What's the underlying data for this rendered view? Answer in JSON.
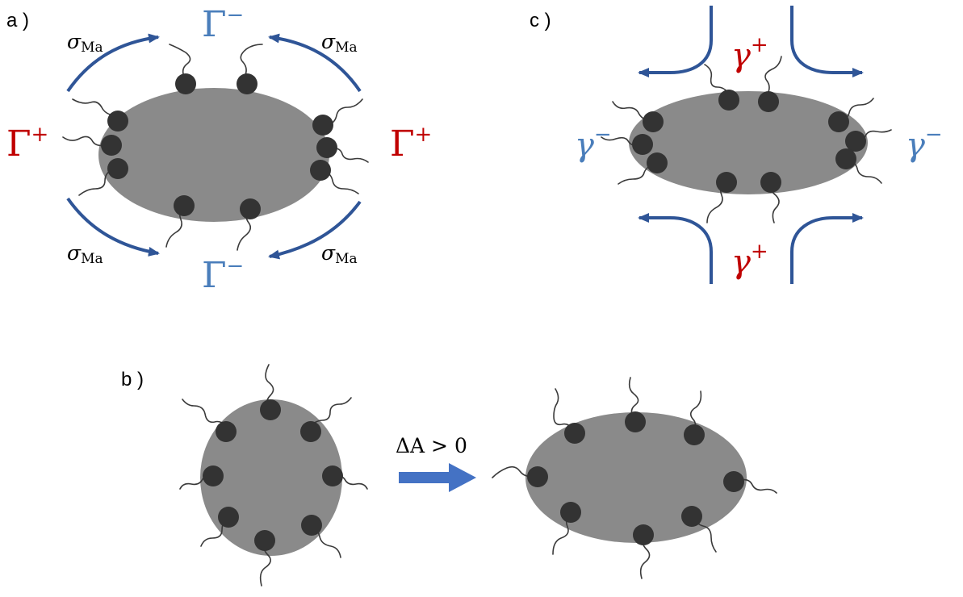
{
  "panels": {
    "a": {
      "label": "a )",
      "sigma_main": "σ",
      "sigma_sub": "Ma",
      "gamma_plus": "Γ",
      "gamma_minus": "Γ",
      "plus": "+",
      "minus": "−"
    },
    "b": {
      "label": "b )",
      "arrow_label": "ΔA > 0"
    },
    "c": {
      "label": "c )",
      "gamma_plus": "γ",
      "gamma_minus": "γ",
      "plus": "+",
      "minus": "−"
    }
  },
  "colors": {
    "red": "#c00000",
    "blue": "#4a7ebb",
    "flow_arrow": "#2f5597",
    "process_arrow": "#4472c4",
    "droplet": "#8a8a8a",
    "surfactant_head": "#333333"
  }
}
